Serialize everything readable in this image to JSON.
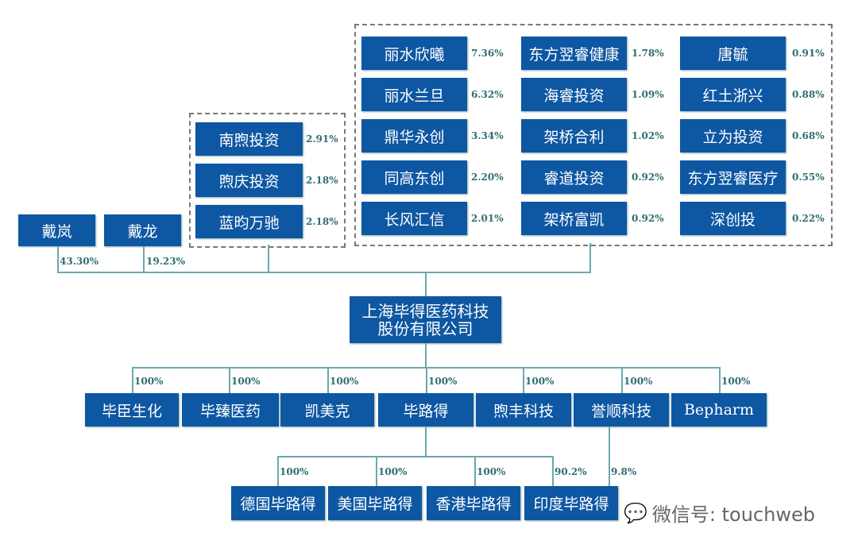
{
  "shareholders_right": [
    {
      "name": "丽水欣曦",
      "pct": "7.36%"
    },
    {
      "name": "丽水兰旦",
      "pct": "6.32%"
    },
    {
      "name": "鼎华永创",
      "pct": "3.34%"
    },
    {
      "name": "同高东创",
      "pct": "2.20%"
    },
    {
      "name": "长风汇信",
      "pct": "2.01%"
    },
    {
      "name": "东方翌睿健康",
      "pct": "1.78%"
    },
    {
      "name": "海睿投资",
      "pct": "1.09%"
    },
    {
      "name": "架桥合利",
      "pct": "1.02%"
    },
    {
      "name": "睿道投资",
      "pct": "0.92%"
    },
    {
      "name": "架桥富凯",
      "pct": "0.92%"
    },
    {
      "name": "唐毓",
      "pct": "0.91%"
    },
    {
      "name": "红土浙兴",
      "pct": "0.88%"
    },
    {
      "name": "立为投资",
      "pct": "0.68%"
    },
    {
      "name": "东方翌睿医疗",
      "pct": "0.55%"
    },
    {
      "name": "深创投",
      "pct": "0.22%"
    }
  ],
  "shareholders_left": [
    {
      "name": "南煦投资",
      "pct": "2.91%"
    },
    {
      "name": "煦庆投资",
      "pct": "2.18%"
    },
    {
      "name": "蓝昀万驰",
      "pct": "2.18%"
    }
  ],
  "individuals": [
    {
      "name": "戴岚",
      "pct": "43.30%"
    },
    {
      "name": "戴龙",
      "pct": "19.23%"
    }
  ],
  "company": {
    "line1": "上海毕得医药科技",
    "line2": "股份有限公司"
  },
  "subsidiaries": [
    {
      "name": "毕臣生化",
      "pct": "100%"
    },
    {
      "name": "毕臻医药",
      "pct": "100%"
    },
    {
      "name": "凯美克",
      "pct": "100%"
    },
    {
      "name": "毕路得",
      "pct": "100%"
    },
    {
      "name": "煦丰科技",
      "pct": "100%"
    },
    {
      "name": "誉顺科技",
      "pct": "100%"
    },
    {
      "name": "Bepharm",
      "pct": "100%"
    }
  ],
  "sub_subsidiaries": [
    {
      "name": "德国毕路得",
      "pct": "100%"
    },
    {
      "name": "美国毕路得",
      "pct": "100%"
    },
    {
      "name": "香港毕路得",
      "pct": "100%"
    },
    {
      "name": "印度毕路得",
      "pct": "90.2%"
    }
  ],
  "india_other_pct": "9.8%",
  "watermark": "微信号: touchweb"
}
